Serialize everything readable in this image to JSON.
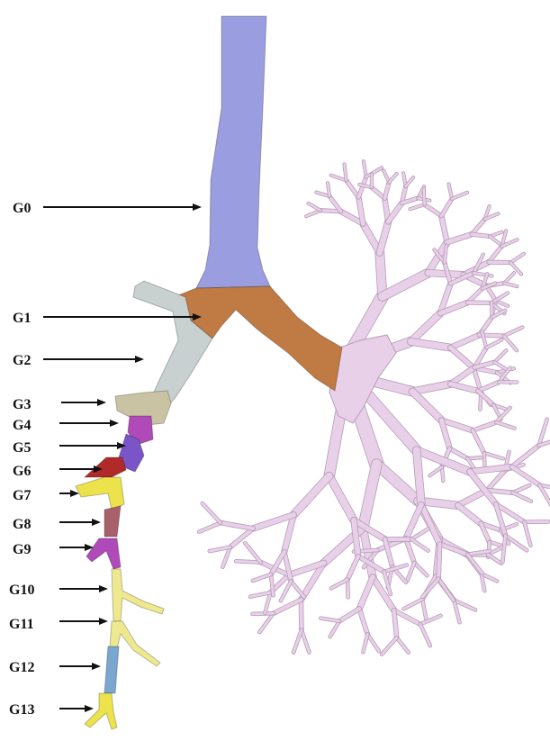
{
  "labels": [
    "G0",
    "G1",
    "G2",
    "G3",
    "G4",
    "G5",
    "G6",
    "G7",
    "G8",
    "G9",
    "G10",
    "G11",
    "G12",
    "G13"
  ],
  "colors": {
    "trachea": "#9a9ee0",
    "main_bronchus": "#c07a43",
    "left_main": "#c8d0d0",
    "tan": "#c9c3a4",
    "magenta": "#b04ab8",
    "purple": "#7a55c8",
    "red": "#b02a2a",
    "yellow": "#ece24c",
    "mauve": "#a8606a",
    "light_yellow": "#eee98e",
    "blue": "#7aa6d0",
    "right_tree": "#e8d0e8",
    "tree_outline": "#b89cb8",
    "arrow": "#111111"
  }
}
